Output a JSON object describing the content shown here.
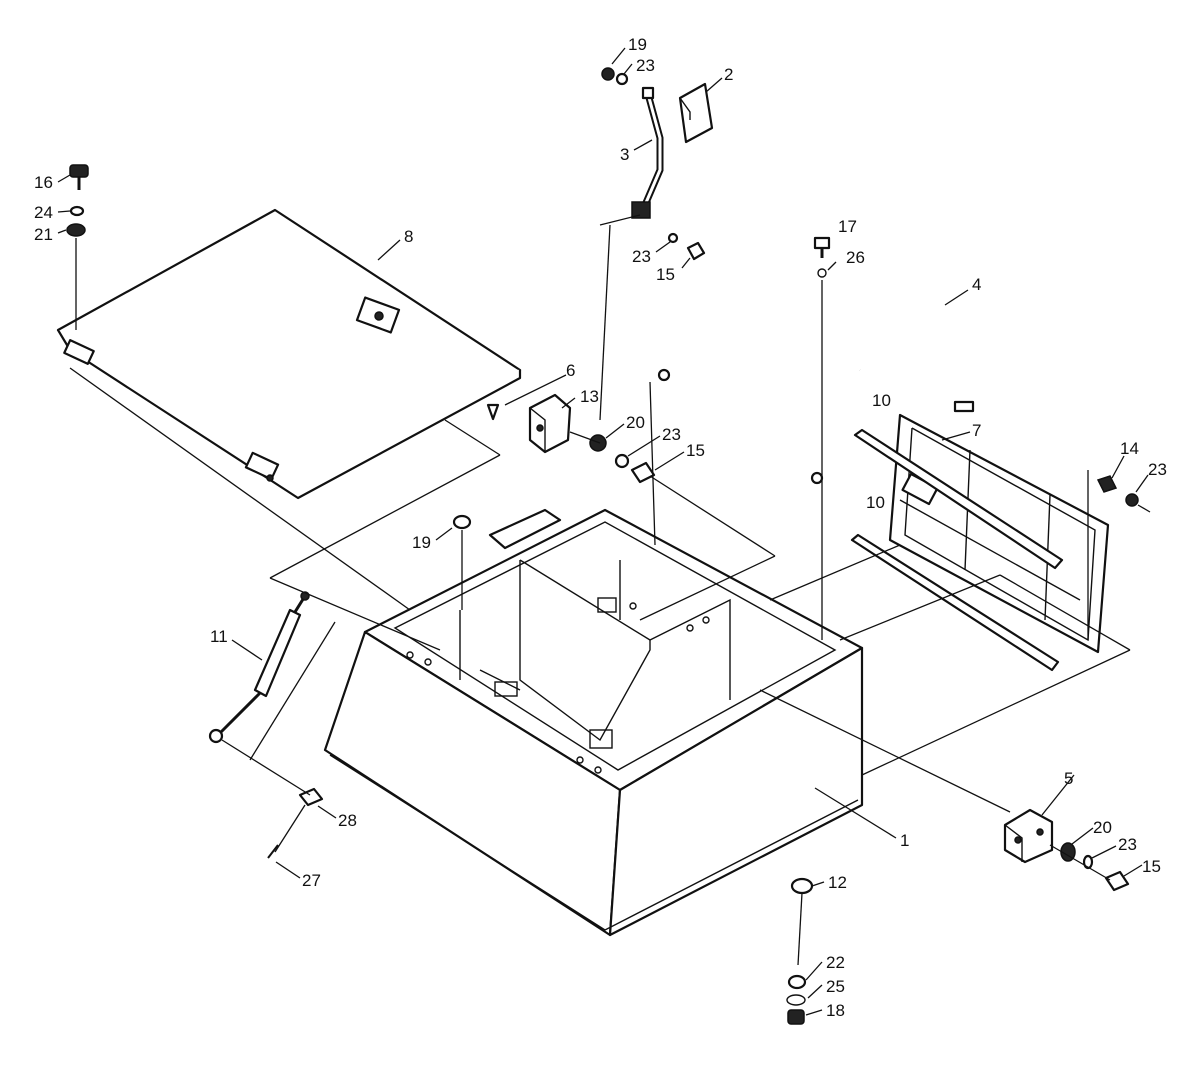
{
  "diagram": {
    "callouts": [
      "1",
      "2",
      "3",
      "4",
      "5",
      "6",
      "7",
      "8",
      "10",
      "11",
      "12",
      "13",
      "14",
      "15",
      "16",
      "17",
      "18",
      "19",
      "20",
      "21",
      "22",
      "23",
      "24",
      "25",
      "26",
      "27",
      "28"
    ],
    "labels": {
      "l19a": "19",
      "l23a": "23",
      "l2": "2",
      "l3": "3",
      "l23b": "23",
      "l15a": "15",
      "l17": "17",
      "l26": "26",
      "l4": "4",
      "l16": "16",
      "l24": "24",
      "l21": "21",
      "l8": "8",
      "l6": "6",
      "l13": "13",
      "l20a": "20",
      "l23c": "23",
      "l15b": "15",
      "l10a": "10",
      "l7": "7",
      "l14": "14",
      "l23d": "23",
      "l10b": "10",
      "l19b": "19",
      "l11": "11",
      "l28": "28",
      "l27": "27",
      "l5": "5",
      "l20b": "20",
      "l23e": "23",
      "l15c": "15",
      "l1": "1",
      "l12": "12",
      "l22": "22",
      "l25": "25",
      "l18": "18"
    }
  }
}
